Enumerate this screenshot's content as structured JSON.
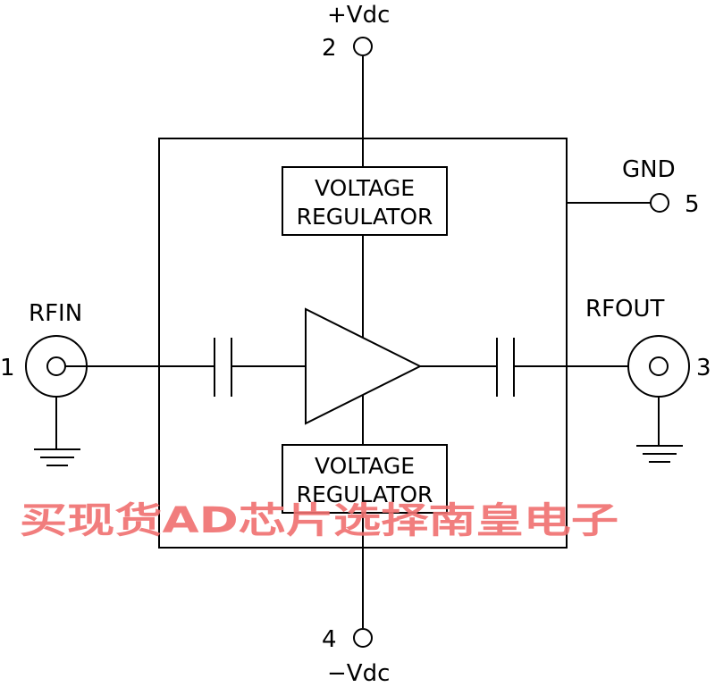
{
  "pins": {
    "pos_supply": {
      "number": "2",
      "label": "+Vdc"
    },
    "rf_in": {
      "number": "1",
      "label": "RFIN"
    },
    "rf_out": {
      "number": "3",
      "label": "RFOUT"
    },
    "neg_supply": {
      "number": "4",
      "label": "−Vdc"
    },
    "ground": {
      "number": "5",
      "label": "GND"
    }
  },
  "blocks": {
    "top_regulator": {
      "line1": "VOLTAGE",
      "line2": "REGULATOR"
    },
    "bottom_regulator": {
      "line1": "VOLTAGE",
      "line2": "REGULATOR"
    }
  },
  "components": {
    "amplifier": "amplifier-triangle",
    "input_capacitor": "capacitor",
    "output_capacitor": "capacitor",
    "input_connector": "coaxial-connector",
    "output_connector": "coaxial-connector",
    "ground_symbol": "ground-icon"
  },
  "watermark": "买现货AD芯片选择南皇电子",
  "colors": {
    "line": "#000000",
    "watermark": "#f07070"
  }
}
